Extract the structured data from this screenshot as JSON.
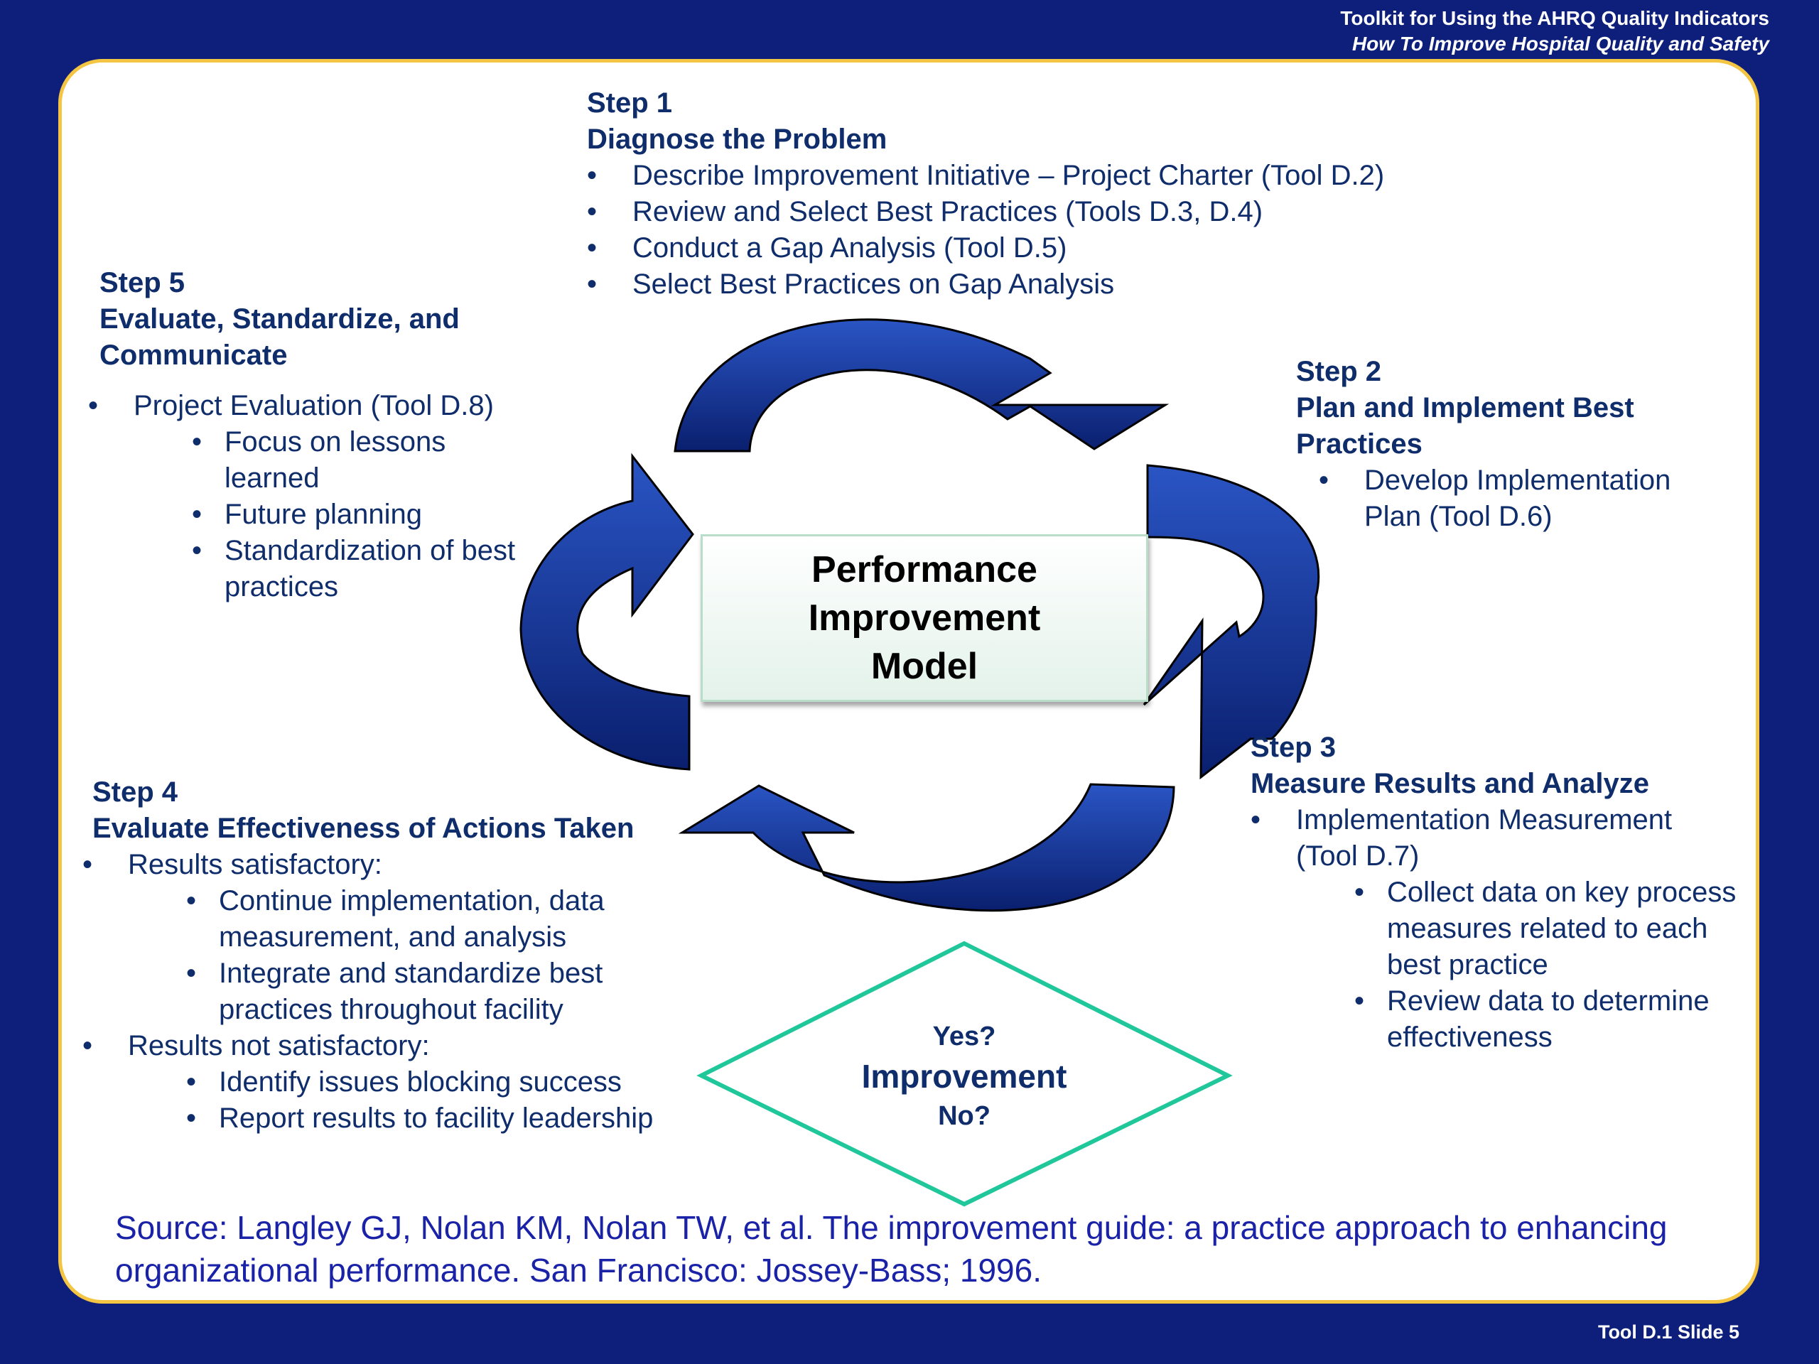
{
  "header": {
    "title": "Toolkit for Using the AHRQ Quality Indicators",
    "subtitle": "How To Improve Hospital Quality and Safety"
  },
  "steps": {
    "step1": {
      "label": "Step 1",
      "title": "Diagnose the Problem",
      "items": [
        "Describe Improvement Initiative – Project Charter (Tool D.2)",
        "Review and Select Best Practices (Tools D.3, D.4)",
        "Conduct a Gap Analysis (Tool D.5)",
        "Select Best Practices on Gap Analysis"
      ]
    },
    "step2": {
      "label": "Step 2",
      "title_line1": "Plan and Implement Best",
      "title_line2": "Practices",
      "items": [
        "Develop Implementation Plan (Tool D.6)"
      ]
    },
    "step3": {
      "label": "Step 3",
      "title": "Measure Results and Analyze",
      "item": "Implementation Measurement (Tool D.7)",
      "subitems": [
        "Collect data on key process measures related to each best practice",
        "Review data to determine effectiveness"
      ]
    },
    "step4": {
      "label": "Step 4",
      "title": "Evaluate Effectiveness of Actions Taken",
      "group1": "Results satisfactory:",
      "group1_items": [
        "Continue implementation, data measurement, and analysis",
        "Integrate and standardize best practices throughout facility"
      ],
      "group2": "Results not satisfactory:",
      "group2_items": [
        "Identify issues blocking success",
        "Report results to facility leadership"
      ]
    },
    "step5": {
      "label": "Step 5",
      "title_line1": "Evaluate, Standardize, and",
      "title_line2": "Communicate",
      "item": "Project Evaluation (Tool D.8)",
      "subitems": [
        "Focus on lessons learned",
        "Future planning",
        "Standardization of best practices"
      ]
    }
  },
  "center": {
    "line1": "Performance",
    "line2": "Improvement",
    "line3": "Model"
  },
  "decision": {
    "yes": "Yes?",
    "label": "Improvement",
    "no": "No?"
  },
  "source": "Source: Langley GJ, Nolan KM, Nolan TW, et al. The improvement guide: a practice approach to enhancing organizational performance. San Francisco: Jossey-Bass; 1996.",
  "footer": "Tool D.1  Slide 5",
  "colors": {
    "background": "#0d1f7a",
    "panel_border": "#f4c542",
    "arrow_dark": "#0a1f6e",
    "arrow_light": "#2a55c4",
    "heading_text": "#0f2d6b",
    "diamond": "#1fc79a",
    "source_text": "#1a22a8"
  }
}
